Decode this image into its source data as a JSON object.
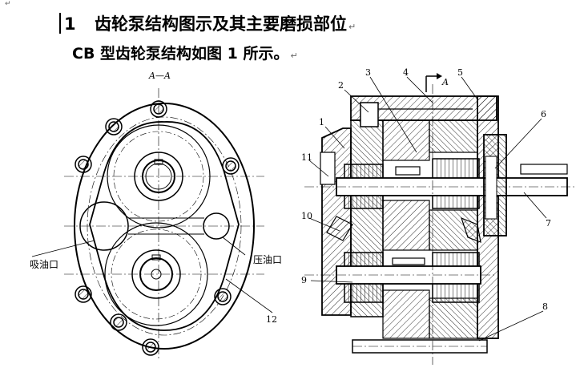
{
  "header": {
    "corner_mark": "↵",
    "heading_number": "1",
    "heading_text": "齿轮泵结构图示及其主要磨损部位",
    "heading_para_mark": "↵",
    "subheading": "CB 型齿轮泵结构如图 1 所示。",
    "subheading_para_mark": "↵"
  },
  "figure": {
    "left_view": {
      "section_label": "A—A",
      "suction_port": "吸油口",
      "discharge_port": "压油口",
      "callout_12": "12"
    },
    "right_view": {
      "section_arrow_label": "A",
      "callouts": [
        "1",
        "2",
        "3",
        "4",
        "5",
        "6",
        "7",
        "8",
        "9",
        "10",
        "11"
      ]
    }
  }
}
